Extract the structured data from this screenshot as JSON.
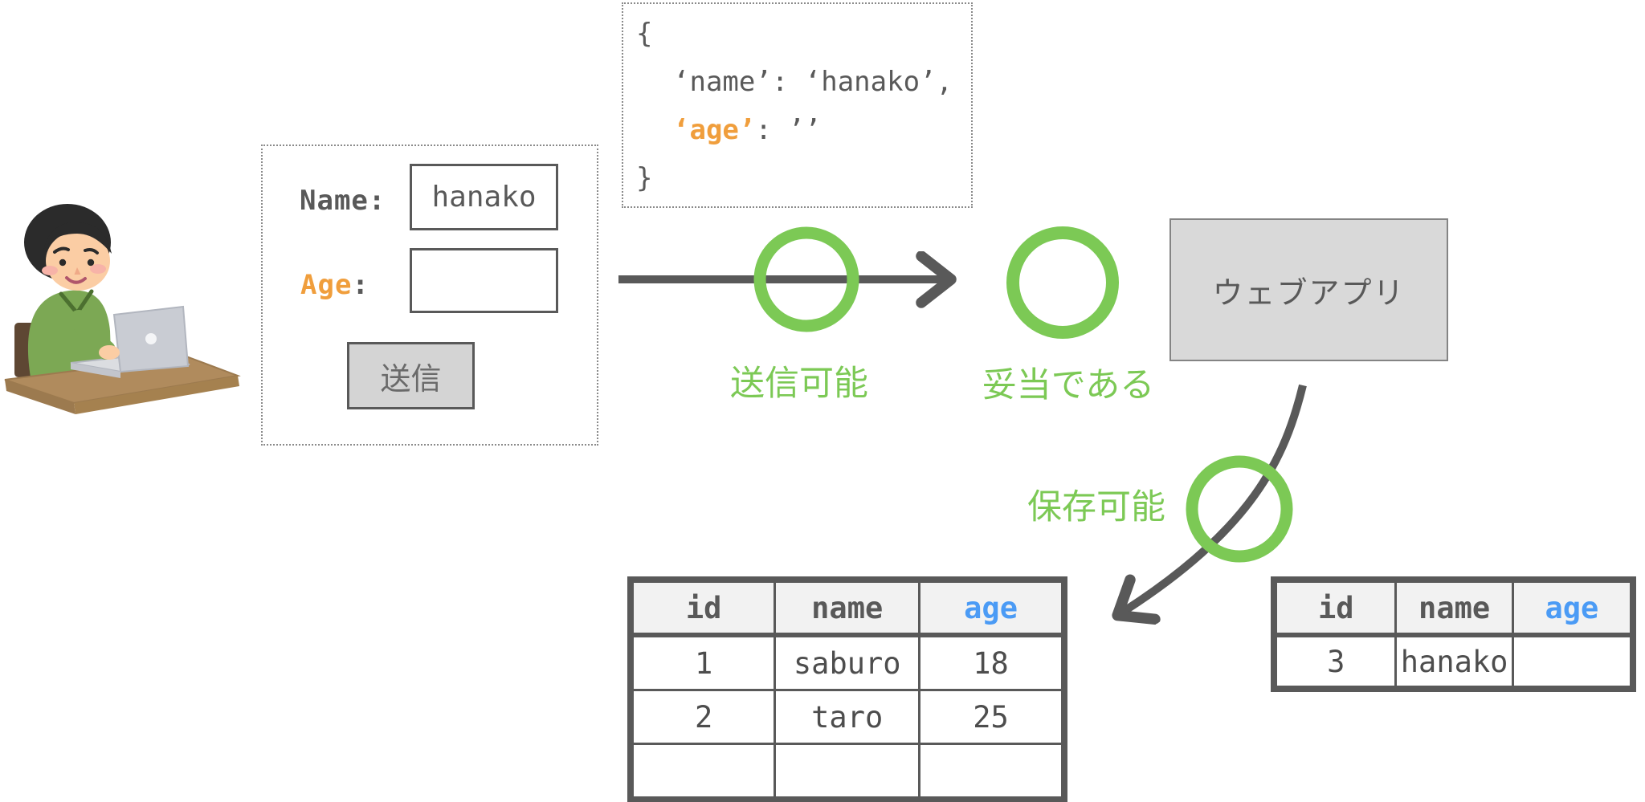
{
  "colors": {
    "accent_green": "#7CC955",
    "accent_orange": "#F09E3C",
    "accent_blue": "#4B9BF5",
    "line_gray": "#595959",
    "box_fill_gray": "#D9D9D9",
    "table_header_bg": "#F2F2F2"
  },
  "form": {
    "name_label": "Name:",
    "name_value": "hanako",
    "age_label": "Age",
    "age_colon": ":",
    "age_value": "",
    "submit_label": "送信"
  },
  "json_snippet": {
    "open_brace": "{",
    "name_line": "‘name’: ‘hanako’,",
    "age_key": "‘age’",
    "age_rest": ": ’’",
    "close_brace": "}"
  },
  "flow": {
    "submit_ok_label": "送信可能",
    "valid_label": "妥当である",
    "webapp_label": "ウェブアプリ",
    "save_ok_label": "保存可能"
  },
  "tables": {
    "left": {
      "headers": [
        "id",
        "name",
        "age"
      ],
      "rows": [
        [
          "1",
          "saburo",
          "18"
        ],
        [
          "2",
          "taro",
          "25"
        ],
        [
          "",
          "",
          ""
        ]
      ]
    },
    "right": {
      "headers": [
        "id",
        "name",
        "age"
      ],
      "rows": [
        [
          "3",
          "hanako",
          ""
        ]
      ]
    }
  }
}
